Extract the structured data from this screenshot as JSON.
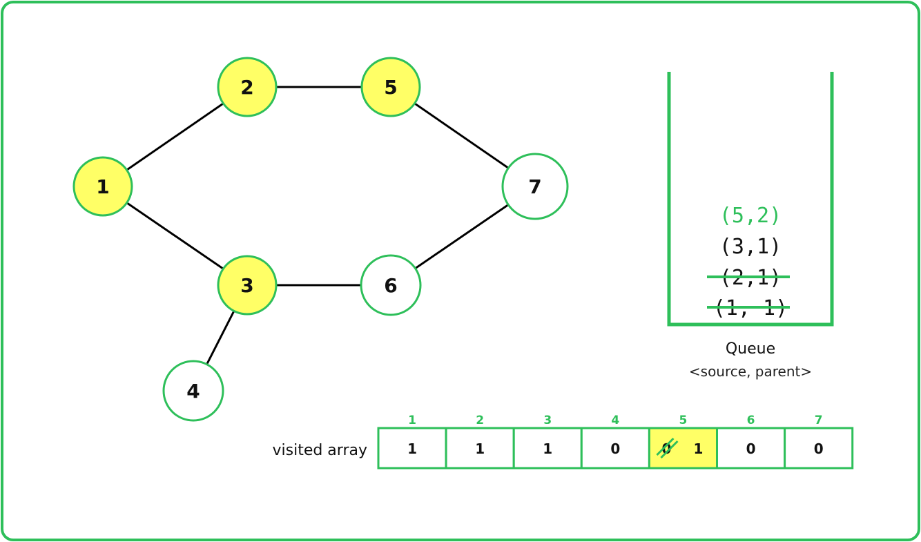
{
  "colors": {
    "accent": "#2ebf5a",
    "highlight": "#ffff66",
    "node_fill_default": "#ffffff",
    "edge": "#000000",
    "text": "#111111"
  },
  "graph": {
    "nodes": [
      {
        "id": "1",
        "label": "1",
        "visited": true
      },
      {
        "id": "2",
        "label": "2",
        "visited": true
      },
      {
        "id": "3",
        "label": "3",
        "visited": true
      },
      {
        "id": "4",
        "label": "4",
        "visited": false
      },
      {
        "id": "5",
        "label": "5",
        "visited": true
      },
      {
        "id": "6",
        "label": "6",
        "visited": false
      },
      {
        "id": "7",
        "label": "7",
        "visited": false
      }
    ],
    "edges": [
      [
        "1",
        "2"
      ],
      [
        "1",
        "3"
      ],
      [
        "2",
        "5"
      ],
      [
        "3",
        "6"
      ],
      [
        "3",
        "4"
      ],
      [
        "5",
        "7"
      ],
      [
        "6",
        "7"
      ]
    ]
  },
  "queue": {
    "title": "Queue",
    "subtitle": "<source, parent>",
    "items": [
      {
        "text": "(5,2)",
        "state": "current"
      },
      {
        "text": "(3,1)",
        "state": "pending"
      },
      {
        "text": "(2,1)",
        "state": "removed"
      },
      {
        "text": "(1, 1)",
        "state": "removed"
      }
    ]
  },
  "visited_array": {
    "label": "visited array",
    "indices": [
      "1",
      "2",
      "3",
      "4",
      "5",
      "6",
      "7"
    ],
    "values": [
      "1",
      "1",
      "1",
      "0",
      "1",
      "0",
      "0"
    ],
    "crossed_out_previous": {
      "index": 4,
      "text": "0"
    },
    "highlight_index": 4
  }
}
